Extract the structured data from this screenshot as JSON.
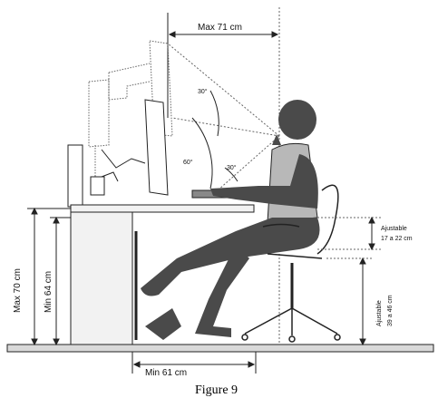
{
  "labels": {
    "max_reach": "Max 71 cm",
    "angle_upper": "30°",
    "angle_lower_big": "60°",
    "angle_lower_small": "30°",
    "adjustable_armrest_line1": "Ajustable",
    "adjustable_armrest_line2": "17 a 22 cm",
    "adjustable_seat_line1": "Ajustable",
    "adjustable_seat_line2": "39 a 46 cm",
    "max_height": "Max 70 cm",
    "min_height": "Min 64 cm",
    "min_legroom": "Min 61 cm"
  },
  "caption": "Figure 9",
  "colors": {
    "body_dark": "#4a4a4a",
    "torso_light": "#b8b8b8",
    "desk_fill": "#f2f2f2",
    "floor_fill": "#d9d9d9",
    "lines": "#222222",
    "dotted": "#666666"
  }
}
